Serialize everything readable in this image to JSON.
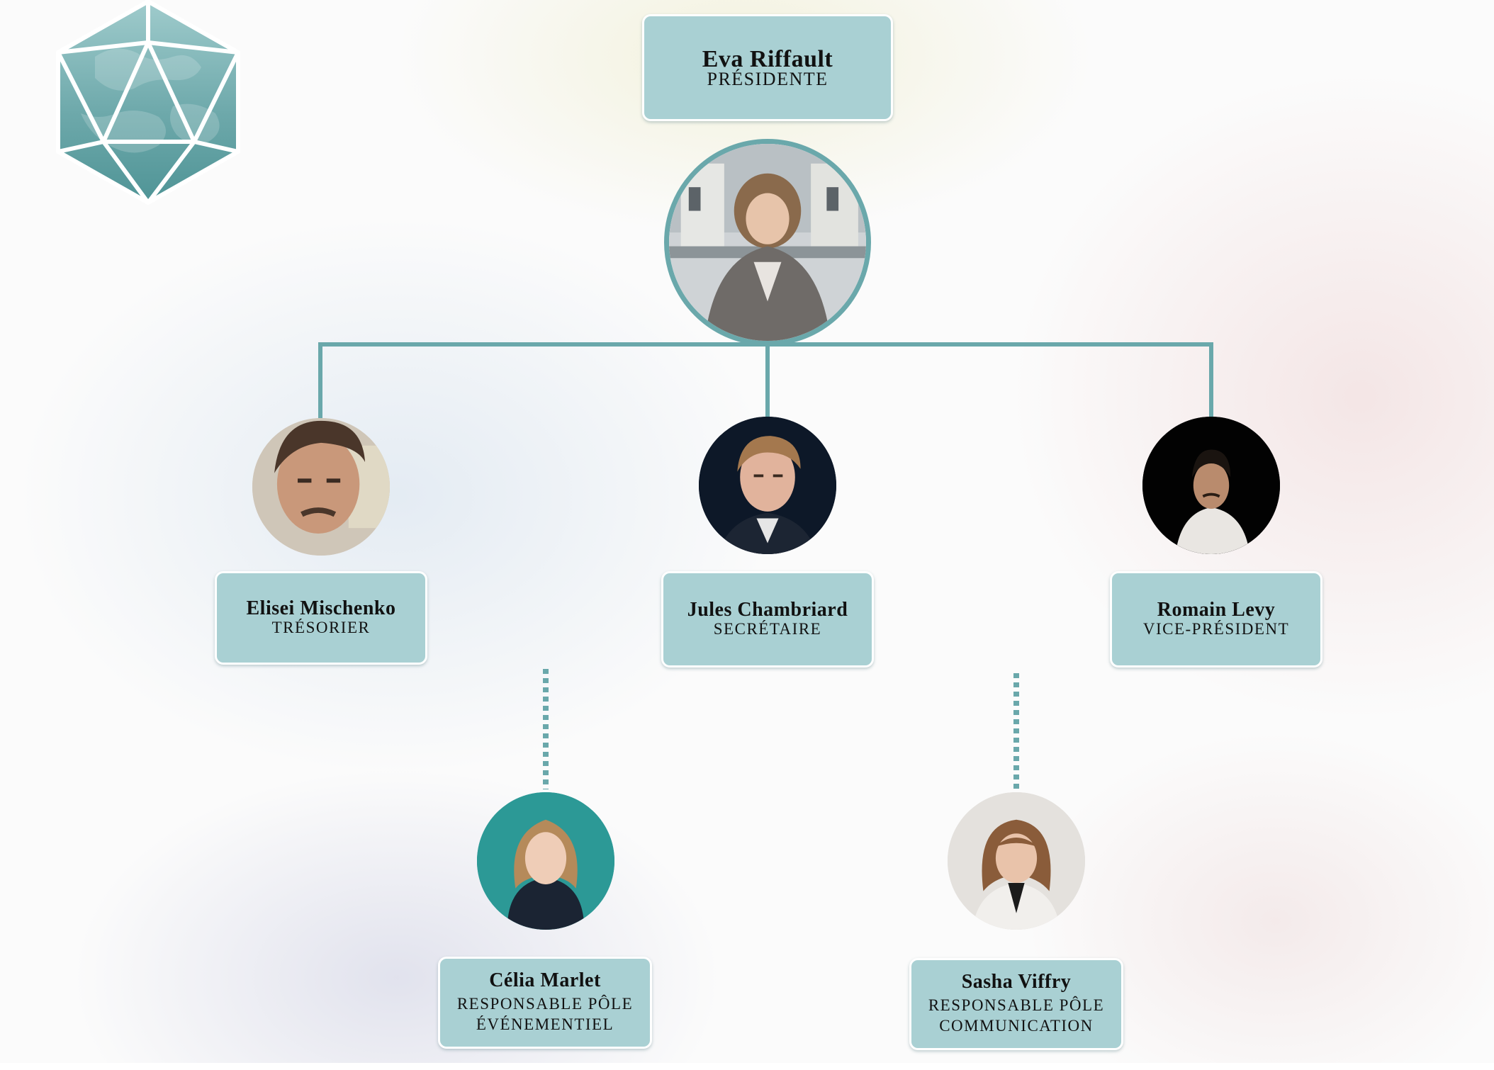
{
  "org_chart": {
    "colors": {
      "accent": "#6aa8ab",
      "box_fill": "#a9d0d3",
      "box_border": "#ffffff",
      "logo": "#6aa8ab"
    },
    "president": {
      "name": "Eva Riffault",
      "role": "PRÉSIDENTE"
    },
    "treasurer": {
      "name": "Elisei Mischenko",
      "role": "TRÉSORIER"
    },
    "secretary": {
      "name": "Jules Chambriard",
      "role": "SECRÉTAIRE"
    },
    "vice_president": {
      "name": "Romain Levy",
      "role": "VICE-PRÉSIDENT"
    },
    "events_lead": {
      "name": "Célia Marlet",
      "role_line1": "RESPONSABLE PÔLE",
      "role_line2": "ÉVÉNEMENTIEL"
    },
    "communication_lead": {
      "name": "Sasha Viffry",
      "role_line1": "RESPONSABLE PÔLE",
      "role_line2": "COMMUNICATION"
    },
    "logo_icon": "icosahedron-globe-icon"
  }
}
